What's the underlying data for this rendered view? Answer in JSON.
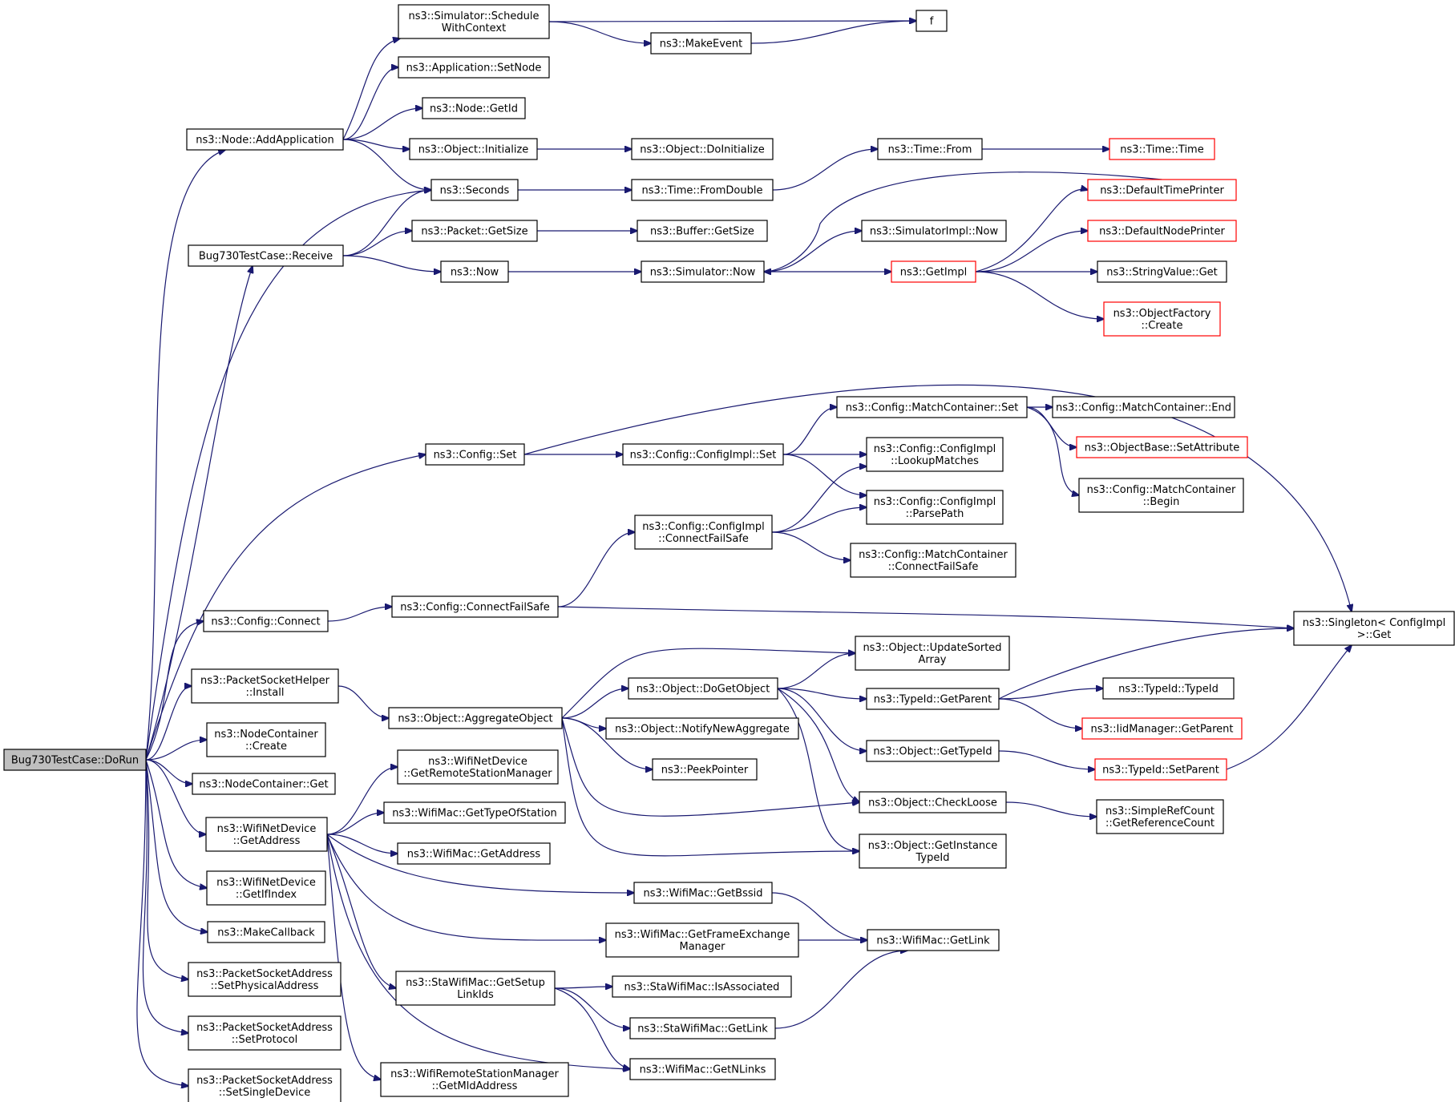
{
  "graph": {
    "colors": {
      "edge": "#191970",
      "root_fill": "#bfbfbf",
      "red_border": "#ff0000"
    },
    "nodes": [
      {
        "id": "dorun",
        "lines": [
          "Bug730TestCase::DoRun"
        ],
        "style": "root"
      },
      {
        "id": "schedWC",
        "lines": [
          "ns3::Simulator::Schedule",
          "WithContext"
        ]
      },
      {
        "id": "f",
        "lines": [
          "f"
        ]
      },
      {
        "id": "makeEvent",
        "lines": [
          "ns3::MakeEvent"
        ]
      },
      {
        "id": "appSetNode",
        "lines": [
          "ns3::Application::SetNode"
        ]
      },
      {
        "id": "nodeGetId",
        "lines": [
          "ns3::Node::GetId"
        ]
      },
      {
        "id": "addApp",
        "lines": [
          "ns3::Node::AddApplication"
        ]
      },
      {
        "id": "objInit",
        "lines": [
          "ns3::Object::Initialize"
        ]
      },
      {
        "id": "objDoInit",
        "lines": [
          "ns3::Object::DoInitialize"
        ]
      },
      {
        "id": "timeFrom",
        "lines": [
          "ns3::Time::From"
        ]
      },
      {
        "id": "timeTime",
        "lines": [
          "ns3::Time::Time"
        ],
        "style": "red"
      },
      {
        "id": "seconds",
        "lines": [
          "ns3::Seconds"
        ]
      },
      {
        "id": "fromDouble",
        "lines": [
          "ns3::Time::FromDouble"
        ]
      },
      {
        "id": "defTimePrinter",
        "lines": [
          "ns3::DefaultTimePrinter"
        ],
        "style": "red"
      },
      {
        "id": "pktGetSize",
        "lines": [
          "ns3::Packet::GetSize"
        ]
      },
      {
        "id": "bufGetSize",
        "lines": [
          "ns3::Buffer::GetSize"
        ]
      },
      {
        "id": "simImplNow",
        "lines": [
          "ns3::SimulatorImpl::Now"
        ]
      },
      {
        "id": "defNodePrinter",
        "lines": [
          "ns3::DefaultNodePrinter"
        ],
        "style": "red"
      },
      {
        "id": "receive",
        "lines": [
          "Bug730TestCase::Receive"
        ]
      },
      {
        "id": "now",
        "lines": [
          "ns3::Now"
        ]
      },
      {
        "id": "simNow",
        "lines": [
          "ns3::Simulator::Now"
        ]
      },
      {
        "id": "getImpl",
        "lines": [
          "ns3::GetImpl"
        ],
        "style": "red"
      },
      {
        "id": "strValGet",
        "lines": [
          "ns3::StringValue::Get"
        ]
      },
      {
        "id": "objFactCreate",
        "lines": [
          "ns3::ObjectFactory",
          "::Create"
        ],
        "style": "red"
      },
      {
        "id": "mcSet",
        "lines": [
          "ns3::Config::MatchContainer::Set"
        ]
      },
      {
        "id": "mcEnd",
        "lines": [
          "ns3::Config::MatchContainer::End"
        ]
      },
      {
        "id": "configSet",
        "lines": [
          "ns3::Config::Set"
        ]
      },
      {
        "id": "ciSet",
        "lines": [
          "ns3::Config::ConfigImpl::Set"
        ]
      },
      {
        "id": "lookupMatches",
        "lines": [
          "ns3::Config::ConfigImpl",
          "::LookupMatches"
        ]
      },
      {
        "id": "obSetAttr",
        "lines": [
          "ns3::ObjectBase::SetAttribute"
        ],
        "style": "red"
      },
      {
        "id": "mcBegin",
        "lines": [
          "ns3::Config::MatchContainer",
          "::Begin"
        ]
      },
      {
        "id": "parsePath",
        "lines": [
          "ns3::Config::ConfigImpl",
          "::ParsePath"
        ]
      },
      {
        "id": "ciConnFS",
        "lines": [
          "ns3::Config::ConfigImpl",
          "::ConnectFailSafe"
        ]
      },
      {
        "id": "mcConnFS",
        "lines": [
          "ns3::Config::MatchContainer",
          "::ConnectFailSafe"
        ]
      },
      {
        "id": "cfgConnFS",
        "lines": [
          "ns3::Config::ConnectFailSafe"
        ]
      },
      {
        "id": "cfgConnect",
        "lines": [
          "ns3::Config::Connect"
        ]
      },
      {
        "id": "singletonGet",
        "lines": [
          "ns3::Singleton< ConfigImpl",
          " >::Get"
        ]
      },
      {
        "id": "updSorted",
        "lines": [
          "ns3::Object::UpdateSorted",
          "Array"
        ]
      },
      {
        "id": "psHelperInstall",
        "lines": [
          "ns3::PacketSocketHelper",
          "::Install"
        ]
      },
      {
        "id": "doGetObject",
        "lines": [
          "ns3::Object::DoGetObject"
        ]
      },
      {
        "id": "typeIdGetParent",
        "lines": [
          "ns3::TypeId::GetParent"
        ]
      },
      {
        "id": "typeIdTypeId",
        "lines": [
          "ns3::TypeId::TypeId"
        ]
      },
      {
        "id": "aggObj",
        "lines": [
          "ns3::Object::AggregateObject"
        ]
      },
      {
        "id": "notifyNewAgg",
        "lines": [
          "ns3::Object::NotifyNewAggregate"
        ]
      },
      {
        "id": "iidMgrGetParent",
        "lines": [
          "ns3::IidManager::GetParent"
        ],
        "style": "red"
      },
      {
        "id": "ncCreate",
        "lines": [
          "ns3::NodeContainer",
          "::Create"
        ]
      },
      {
        "id": "objGetTypeId",
        "lines": [
          "ns3::Object::GetTypeId"
        ]
      },
      {
        "id": "peekPtr",
        "lines": [
          "ns3::PeekPointer"
        ]
      },
      {
        "id": "typeIdSetParent",
        "lines": [
          "ns3::TypeId::SetParent"
        ],
        "style": "red"
      },
      {
        "id": "ncGet",
        "lines": [
          "ns3::NodeContainer::Get"
        ]
      },
      {
        "id": "wndGetRSM",
        "lines": [
          "ns3::WifiNetDevice",
          "::GetRemoteStationManager"
        ]
      },
      {
        "id": "checkLoose",
        "lines": [
          "ns3::Object::CheckLoose"
        ]
      },
      {
        "id": "srcGetRefCount",
        "lines": [
          "ns3::SimpleRefCount",
          "::GetReferenceCount"
        ]
      },
      {
        "id": "wmGetTypeOfStation",
        "lines": [
          "ns3::WifiMac::GetTypeOfStation"
        ]
      },
      {
        "id": "wndGetAddress",
        "lines": [
          "ns3::WifiNetDevice",
          "::GetAddress"
        ]
      },
      {
        "id": "wmGetAddress",
        "lines": [
          "ns3::WifiMac::GetAddress"
        ]
      },
      {
        "id": "objGetInstTypeId",
        "lines": [
          "ns3::Object::GetInstance",
          "TypeId"
        ]
      },
      {
        "id": "wndGetIfIndex",
        "lines": [
          "ns3::WifiNetDevice",
          "::GetIfIndex"
        ]
      },
      {
        "id": "wmGetBssid",
        "lines": [
          "ns3::WifiMac::GetBssid"
        ]
      },
      {
        "id": "makeCallback",
        "lines": [
          "ns3::MakeCallback"
        ]
      },
      {
        "id": "wmGetFEM",
        "lines": [
          "ns3::WifiMac::GetFrameExchange",
          "Manager"
        ]
      },
      {
        "id": "wmGetLink",
        "lines": [
          "ns3::WifiMac::GetLink"
        ]
      },
      {
        "id": "psaSetPhys",
        "lines": [
          "ns3::PacketSocketAddress",
          "::SetPhysicalAddress"
        ]
      },
      {
        "id": "stawmGetSetup",
        "lines": [
          "ns3::StaWifiMac::GetSetup",
          "LinkIds"
        ]
      },
      {
        "id": "stawmIsAssoc",
        "lines": [
          "ns3::StaWifiMac::IsAssociated"
        ]
      },
      {
        "id": "stawmGetLink",
        "lines": [
          "ns3::StaWifiMac::GetLink"
        ]
      },
      {
        "id": "psaSetProto",
        "lines": [
          "ns3::PacketSocketAddress",
          "::SetProtocol"
        ]
      },
      {
        "id": "wmGetNLinks",
        "lines": [
          "ns3::WifiMac::GetNLinks"
        ]
      },
      {
        "id": "psaSetSingle",
        "lines": [
          "ns3::PacketSocketAddress",
          "::SetSingleDevice"
        ]
      },
      {
        "id": "wrsmGetMld",
        "lines": [
          "ns3::WifiRemoteStationManager",
          "::GetMldAddress"
        ]
      }
    ],
    "edges": [
      {
        "from": "dorun",
        "to": "addApp"
      },
      {
        "from": "dorun",
        "to": "seconds"
      },
      {
        "from": "dorun",
        "to": "receive"
      },
      {
        "from": "dorun",
        "to": "configSet"
      },
      {
        "from": "dorun",
        "to": "cfgConnect"
      },
      {
        "from": "dorun",
        "to": "psHelperInstall"
      },
      {
        "from": "dorun",
        "to": "ncCreate"
      },
      {
        "from": "dorun",
        "to": "ncGet"
      },
      {
        "from": "dorun",
        "to": "wndGetAddress"
      },
      {
        "from": "dorun",
        "to": "wndGetIfIndex"
      },
      {
        "from": "dorun",
        "to": "makeCallback"
      },
      {
        "from": "dorun",
        "to": "psaSetPhys"
      },
      {
        "from": "dorun",
        "to": "psaSetProto"
      },
      {
        "from": "dorun",
        "to": "psaSetSingle"
      },
      {
        "from": "addApp",
        "to": "schedWC"
      },
      {
        "from": "addApp",
        "to": "appSetNode"
      },
      {
        "from": "addApp",
        "to": "nodeGetId"
      },
      {
        "from": "addApp",
        "to": "objInit"
      },
      {
        "from": "addApp",
        "to": "seconds"
      },
      {
        "from": "schedWC",
        "to": "f"
      },
      {
        "from": "schedWC",
        "to": "makeEvent"
      },
      {
        "from": "makeEvent",
        "to": "f"
      },
      {
        "from": "objInit",
        "to": "objDoInit"
      },
      {
        "from": "seconds",
        "to": "fromDouble"
      },
      {
        "from": "fromDouble",
        "to": "timeFrom"
      },
      {
        "from": "timeFrom",
        "to": "timeTime"
      },
      {
        "from": "receive",
        "to": "seconds"
      },
      {
        "from": "receive",
        "to": "pktGetSize"
      },
      {
        "from": "receive",
        "to": "now"
      },
      {
        "from": "pktGetSize",
        "to": "bufGetSize"
      },
      {
        "from": "now",
        "to": "simNow"
      },
      {
        "from": "simNow",
        "to": "simImplNow"
      },
      {
        "from": "simNow",
        "to": "getImpl"
      },
      {
        "from": "defTimePrinter",
        "to": "simNow"
      },
      {
        "from": "getImpl",
        "to": "defTimePrinter"
      },
      {
        "from": "getImpl",
        "to": "defNodePrinter"
      },
      {
        "from": "getImpl",
        "to": "strValGet"
      },
      {
        "from": "getImpl",
        "to": "objFactCreate"
      },
      {
        "from": "configSet",
        "to": "ciSet"
      },
      {
        "from": "configSet",
        "to": "singletonGet"
      },
      {
        "from": "ciSet",
        "to": "mcSet"
      },
      {
        "from": "ciSet",
        "to": "lookupMatches"
      },
      {
        "from": "ciSet",
        "to": "parsePath"
      },
      {
        "from": "mcSet",
        "to": "mcEnd"
      },
      {
        "from": "mcSet",
        "to": "obSetAttr"
      },
      {
        "from": "mcSet",
        "to": "mcBegin"
      },
      {
        "from": "cfgConnect",
        "to": "cfgConnFS"
      },
      {
        "from": "cfgConnFS",
        "to": "ciConnFS"
      },
      {
        "from": "cfgConnFS",
        "to": "singletonGet"
      },
      {
        "from": "ciConnFS",
        "to": "lookupMatches"
      },
      {
        "from": "ciConnFS",
        "to": "parsePath"
      },
      {
        "from": "ciConnFS",
        "to": "mcConnFS"
      },
      {
        "from": "psHelperInstall",
        "to": "aggObj"
      },
      {
        "from": "aggObj",
        "to": "updSorted"
      },
      {
        "from": "aggObj",
        "to": "doGetObject"
      },
      {
        "from": "aggObj",
        "to": "notifyNewAgg"
      },
      {
        "from": "aggObj",
        "to": "peekPtr"
      },
      {
        "from": "aggObj",
        "to": "checkLoose"
      },
      {
        "from": "aggObj",
        "to": "objGetInstTypeId"
      },
      {
        "from": "doGetObject",
        "to": "updSorted"
      },
      {
        "from": "doGetObject",
        "to": "typeIdGetParent"
      },
      {
        "from": "doGetObject",
        "to": "objGetTypeId"
      },
      {
        "from": "doGetObject",
        "to": "checkLoose"
      },
      {
        "from": "doGetObject",
        "to": "objGetInstTypeId"
      },
      {
        "from": "typeIdGetParent",
        "to": "singletonGet"
      },
      {
        "from": "typeIdGetParent",
        "to": "typeIdTypeId"
      },
      {
        "from": "typeIdGetParent",
        "to": "iidMgrGetParent"
      },
      {
        "from": "objGetTypeId",
        "to": "typeIdSetParent"
      },
      {
        "from": "typeIdSetParent",
        "to": "singletonGet"
      },
      {
        "from": "checkLoose",
        "to": "srcGetRefCount"
      },
      {
        "from": "wndGetAddress",
        "to": "wndGetRSM"
      },
      {
        "from": "wndGetAddress",
        "to": "wmGetTypeOfStation"
      },
      {
        "from": "wndGetAddress",
        "to": "wmGetAddress"
      },
      {
        "from": "wndGetAddress",
        "to": "wmGetBssid"
      },
      {
        "from": "wndGetAddress",
        "to": "wmGetFEM"
      },
      {
        "from": "wndGetAddress",
        "to": "stawmGetSetup"
      },
      {
        "from": "wndGetAddress",
        "to": "wmGetNLinks"
      },
      {
        "from": "wndGetAddress",
        "to": "wrsmGetMld"
      },
      {
        "from": "wmGetBssid",
        "to": "wmGetLink"
      },
      {
        "from": "wmGetFEM",
        "to": "wmGetLink"
      },
      {
        "from": "stawmGetSetup",
        "to": "stawmIsAssoc"
      },
      {
        "from": "stawmGetSetup",
        "to": "stawmGetLink"
      },
      {
        "from": "stawmGetSetup",
        "to": "wmGetNLinks"
      },
      {
        "from": "stawmGetLink",
        "to": "wmGetLink"
      }
    ]
  }
}
